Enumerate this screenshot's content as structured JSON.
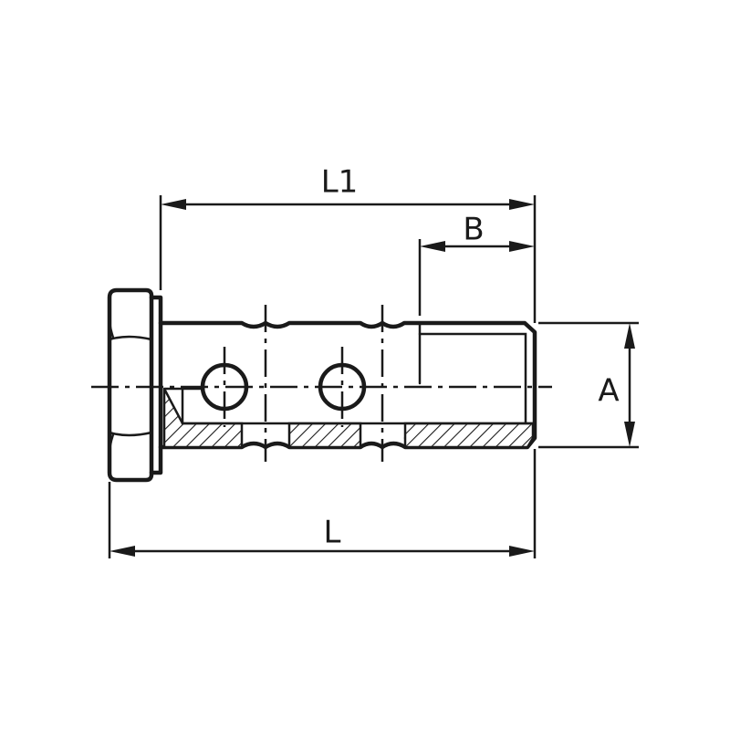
{
  "drawing": {
    "dimensions": {
      "L1": "L1",
      "B": "B",
      "A": "A",
      "L": "L"
    },
    "colors": {
      "line": "#1a1a1a",
      "background": "#ffffff"
    }
  }
}
